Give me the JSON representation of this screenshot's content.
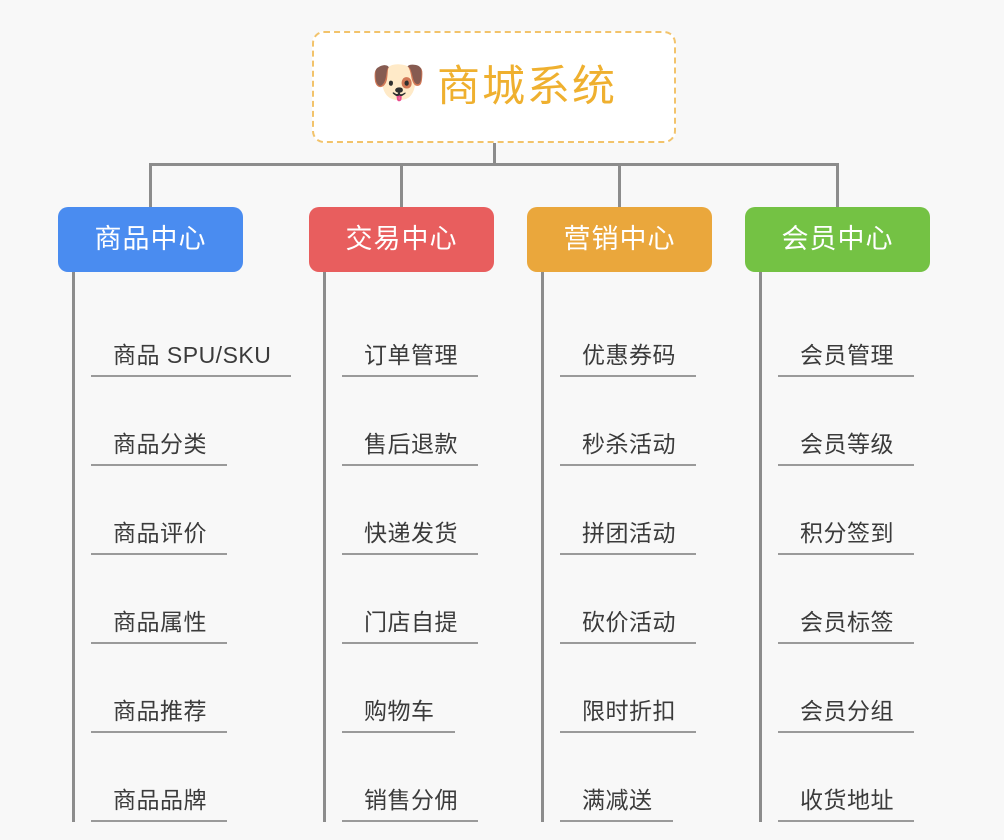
{
  "background_color": "#f8f8f8",
  "root": {
    "icon": "dog-face-emoji",
    "icon_glyph": "🐶",
    "title": "商城系统",
    "title_color": "#efb02f",
    "border_color": "#f2c36b"
  },
  "branches": [
    {
      "label": "商品中心",
      "color": "#4a8cf0",
      "items": [
        "商品 SPU/SKU",
        "商品分类",
        "商品评价",
        "商品属性",
        "商品推荐",
        "商品品牌"
      ]
    },
    {
      "label": "交易中心",
      "color": "#e85e5e",
      "items": [
        "订单管理",
        "售后退款",
        "快递发货",
        "门店自提",
        "购物车",
        "销售分佣"
      ]
    },
    {
      "label": "营销中心",
      "color": "#eaa73c",
      "items": [
        "优惠券码",
        "秒杀活动",
        "拼团活动",
        "砍价活动",
        "限时折扣",
        "满减送"
      ]
    },
    {
      "label": "会员中心",
      "color": "#74c244",
      "items": [
        "会员管理",
        "会员等级",
        "积分签到",
        "会员标签",
        "会员分组",
        "收货地址"
      ]
    }
  ],
  "connector_color": "#8c8c8c",
  "leaf_text_color": "#3b3b3b",
  "leaf_underline_color": "#9a9a9a"
}
